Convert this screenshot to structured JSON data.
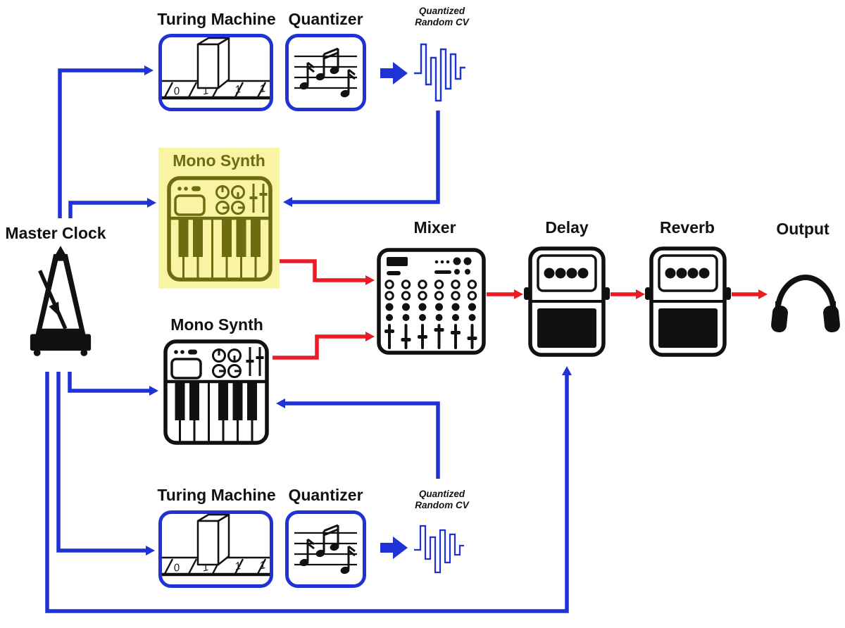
{
  "diagram": {
    "type": "signal-flow-diagram",
    "colors": {
      "clock_cv_signal": "#1e32d6",
      "audio_signal": "#ec1b23",
      "highlight_background": "#f8f4a4",
      "highlight_foreground": "#6e6c10",
      "ink": "#111111",
      "background": "#ffffff"
    },
    "nodes": {
      "master_clock": {
        "label": "Master Clock",
        "icon": "metronome-icon"
      },
      "turing_machine_top": {
        "label": "Turing Machine",
        "icon": "turing-machine-icon"
      },
      "quantizer_top": {
        "label": "Quantizer",
        "icon": "music-notes-icon"
      },
      "cv_top": {
        "label_line1": "Quantized",
        "label_line2": "Random CV",
        "icon": "stepped-waveform-icon"
      },
      "mono_synth_1": {
        "label": "Mono Synth",
        "icon": "keyboard-synth-icon",
        "highlighted": true
      },
      "mono_synth_2": {
        "label": "Mono Synth",
        "icon": "keyboard-synth-icon",
        "highlighted": false
      },
      "mixer": {
        "label": "Mixer",
        "icon": "mixer-icon"
      },
      "delay": {
        "label": "Delay",
        "icon": "effects-pedal-icon"
      },
      "reverb": {
        "label": "Reverb",
        "icon": "effects-pedal-icon"
      },
      "output": {
        "label": "Output",
        "icon": "headphones-icon"
      },
      "turing_machine_bottom": {
        "label": "Turing Machine",
        "icon": "turing-machine-icon"
      },
      "quantizer_bottom": {
        "label": "Quantizer",
        "icon": "music-notes-icon"
      },
      "cv_bottom": {
        "label_line1": "Quantized",
        "label_line2": "Random CV",
        "icon": "stepped-waveform-icon"
      }
    },
    "tape_digits": [
      "0",
      "1",
      "1",
      "1"
    ],
    "edges": [
      {
        "from": "master_clock",
        "to": "turing_machine_top",
        "signal": "clock",
        "color": "blue"
      },
      {
        "from": "master_clock",
        "to": "mono_synth_1",
        "signal": "clock",
        "color": "blue"
      },
      {
        "from": "master_clock",
        "to": "mono_synth_2",
        "signal": "clock",
        "color": "blue"
      },
      {
        "from": "master_clock",
        "to": "turing_machine_bottom",
        "signal": "clock",
        "color": "blue"
      },
      {
        "from": "master_clock",
        "to": "delay",
        "signal": "clock",
        "color": "blue"
      },
      {
        "from": "quantizer_top",
        "to": "cv_top",
        "signal": "cv",
        "color": "blue"
      },
      {
        "from": "cv_top",
        "to": "mono_synth_1",
        "signal": "cv",
        "color": "blue"
      },
      {
        "from": "quantizer_bottom",
        "to": "cv_bottom",
        "signal": "cv",
        "color": "blue"
      },
      {
        "from": "cv_bottom",
        "to": "mono_synth_2",
        "signal": "cv",
        "color": "blue"
      },
      {
        "from": "mono_synth_1",
        "to": "mixer",
        "signal": "audio",
        "color": "red"
      },
      {
        "from": "mono_synth_2",
        "to": "mixer",
        "signal": "audio",
        "color": "red"
      },
      {
        "from": "mixer",
        "to": "delay",
        "signal": "audio",
        "color": "red"
      },
      {
        "from": "delay",
        "to": "reverb",
        "signal": "audio",
        "color": "red"
      },
      {
        "from": "reverb",
        "to": "output",
        "signal": "audio",
        "color": "red"
      }
    ]
  }
}
